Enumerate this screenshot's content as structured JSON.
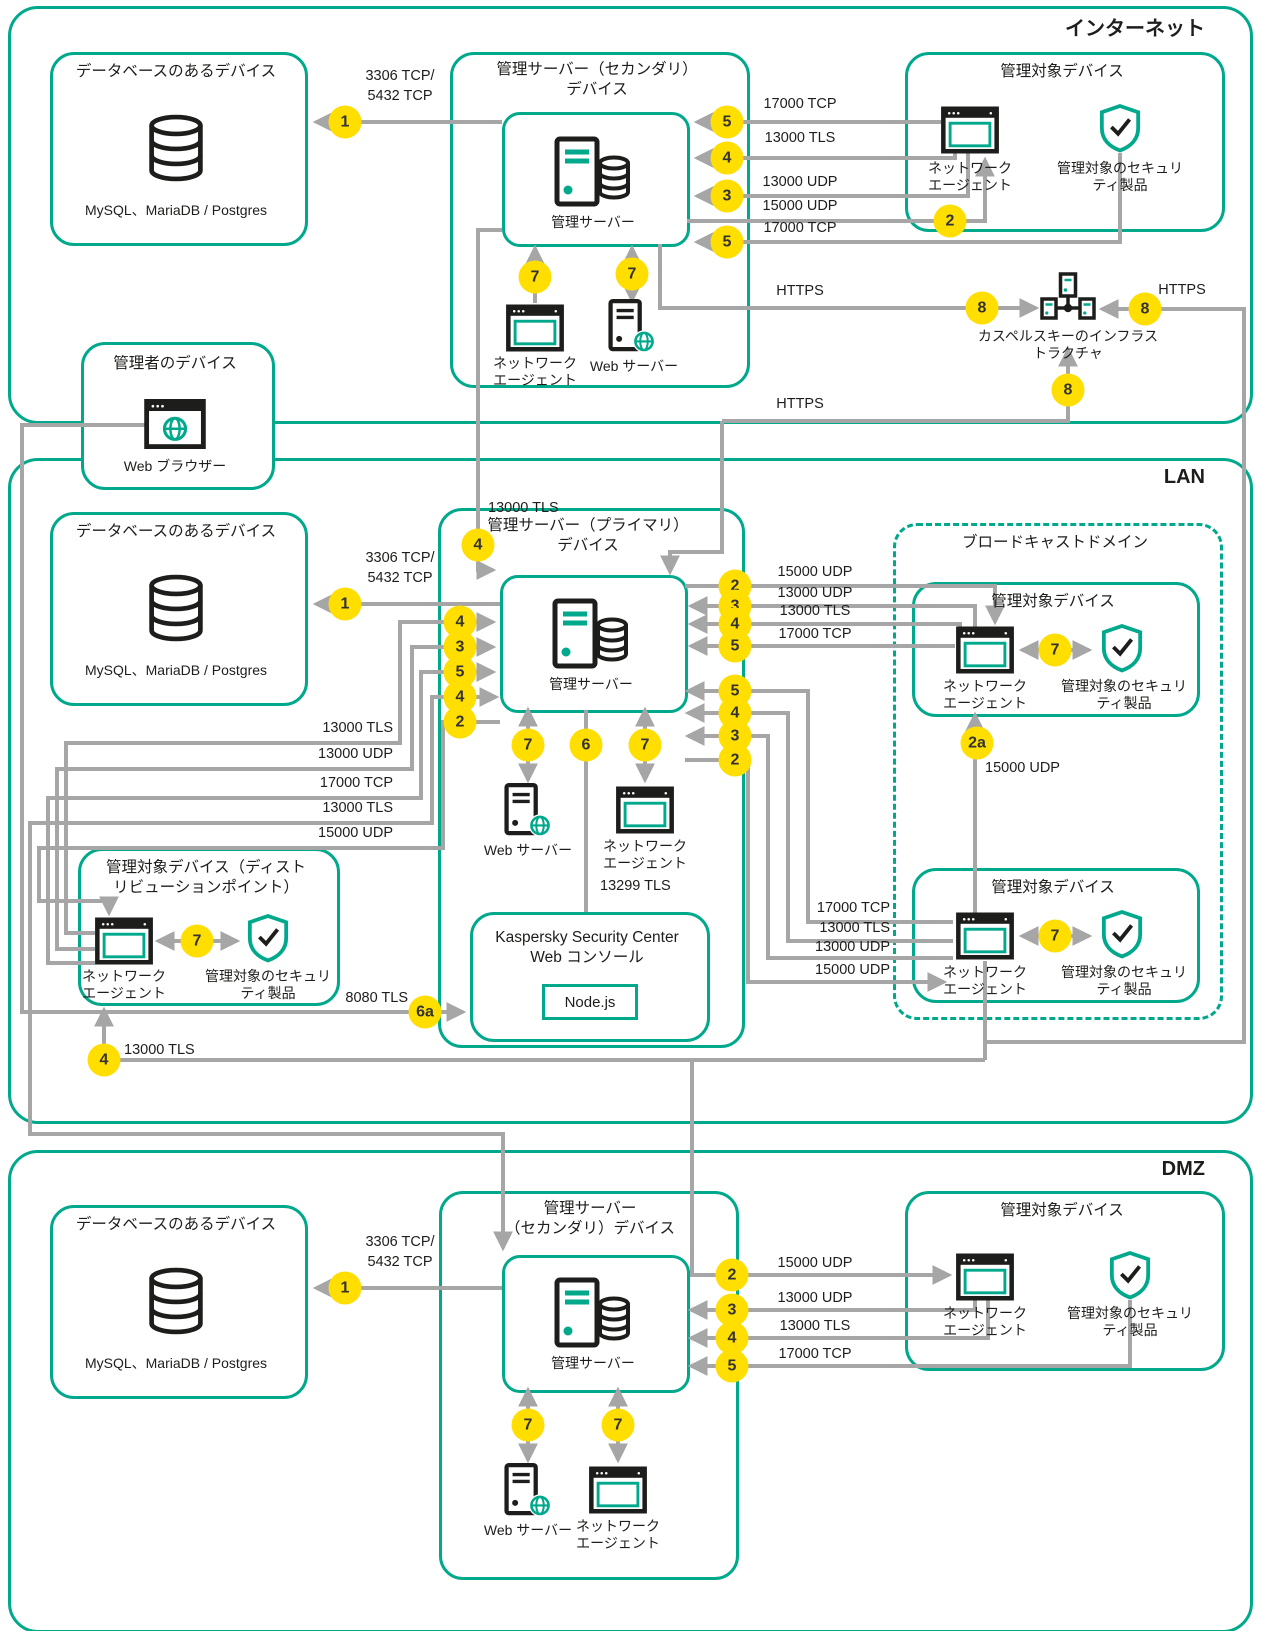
{
  "zones": {
    "internet": "インターネット",
    "lan": "LAN",
    "dmz": "DMZ"
  },
  "common": {
    "db_device_title": "データベースのあるデバイス",
    "db_products": "MySQL、MariaDB / Postgres",
    "admin_server": "管理サーバー",
    "network_agent": "ネットワーク\nエージェント",
    "web_server": "Web サーバー",
    "managed_device": "管理対象デバイス",
    "security_product": "管理対象のセキュリ\nティ製品"
  },
  "internet": {
    "secondary_server_device": "管理サーバー（セカンダリ）\nデバイス",
    "admin_device": "管理者のデバイス",
    "web_browser": "Web ブラウザー",
    "kaspersky_infrastructure": "カスペルスキーのインフラストラクチャ"
  },
  "lan": {
    "primary_server_device": "管理サーバー（プライマリ）\nデバイス",
    "broadcast_domain": "ブロードキャストドメイン",
    "distribution_point_device": "管理対象デバイス（ディスト\nリビューションポイント）",
    "web_console": "Kaspersky Security Center\nWeb コンソール",
    "nodejs": "Node.js"
  },
  "dmz": {
    "secondary_server_device": "管理サーバー\n（セカンダリ）デバイス"
  },
  "ports": {
    "db": "3306 TCP/\n5432 TCP",
    "tls13000": "13000 TLS",
    "udp13000": "13000 UDP",
    "udp15000": "15000 UDP",
    "tcp17000": "17000 TCP",
    "tls13299": "13299 TLS",
    "tls8080": "8080 TLS",
    "https": "HTTPS"
  },
  "badges": {
    "n1": "1",
    "n2": "2",
    "n2a": "2a",
    "n3": "3",
    "n4": "4",
    "n5": "5",
    "n6": "6",
    "n6a": "6a",
    "n7": "7",
    "n8": "8"
  },
  "colors": {
    "accent": "#00A88C",
    "badge_fill": "#FFDE00",
    "line": "#A6A6A6",
    "ink": "#1D1D1B"
  }
}
